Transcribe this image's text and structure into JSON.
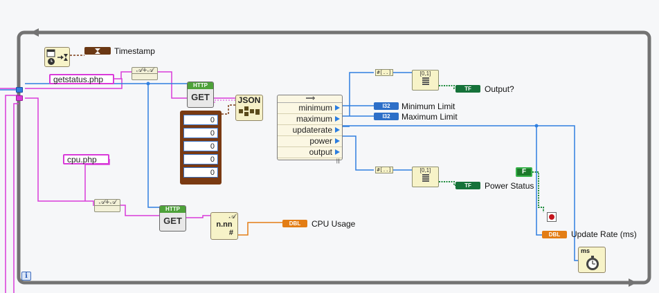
{
  "constants": {
    "getstatus_url": "getstatus.php",
    "cpu_url": "cpu.php",
    "array_values": [
      "0",
      "0",
      "0",
      "0",
      "0"
    ],
    "false_const": "F"
  },
  "nodes": {
    "concat_symbol": "𝒜+𝒜",
    "http_header": "HTTP",
    "http_method": "GET",
    "json_label": "JSON",
    "fmt_symbol": "n.nn",
    "fmt_top": "𝒜",
    "fmt_bottom": "#",
    "index_symbol": "#[..]",
    "compare_symbol": "[0,1]",
    "wait_label": "ms"
  },
  "cluster": {
    "items": [
      "minimum",
      "maximum",
      "updaterate",
      "power",
      "output"
    ]
  },
  "indicators": {
    "timestamp": {
      "label": "Timestamp",
      "type": ""
    },
    "output": {
      "label": "Output?",
      "type": "TF"
    },
    "min_limit": {
      "label": "Minimum Limit",
      "type": "I32"
    },
    "max_limit": {
      "label": "Maximum Limit",
      "type": "I32"
    },
    "power_status": {
      "label": "Power Status",
      "type": "TF"
    },
    "cpu_usage": {
      "label": "CPU Usage",
      "type": "DBL"
    },
    "update_rate": {
      "label": "Update Rate (ms)",
      "type": "DBL"
    }
  },
  "loop": {
    "info": "i"
  },
  "colors": {
    "string_wire": "#d93ad9",
    "numeric_wire": "#2f7fe0",
    "boolean_wire": "#1b8a3a",
    "timestamp_wire": "#7a3a12",
    "dbl_wire": "#e37d14",
    "loop_border": "#707070"
  }
}
